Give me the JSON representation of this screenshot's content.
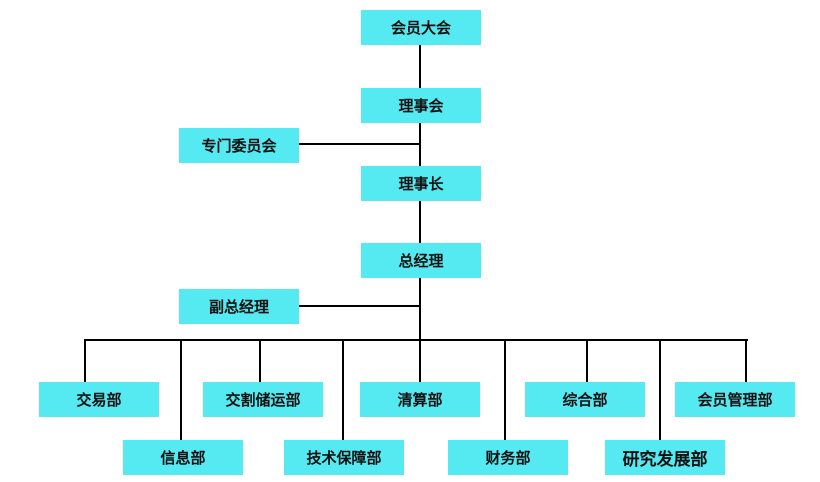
{
  "nodes": {
    "general_assembly": "会员大会",
    "council": "理事会",
    "special_committees": "专门委员会",
    "chairman": "理事长",
    "general_manager": "总经理",
    "deputy_general_manager": "副总经理",
    "departments": [
      "交易部",
      "信息部",
      "交割储运部",
      "技术保障部",
      "清算部",
      "财务部",
      "综合部",
      "研究发展部",
      "会员管理部"
    ]
  },
  "colors": {
    "box": "#55e9f1",
    "line": "#000000"
  }
}
